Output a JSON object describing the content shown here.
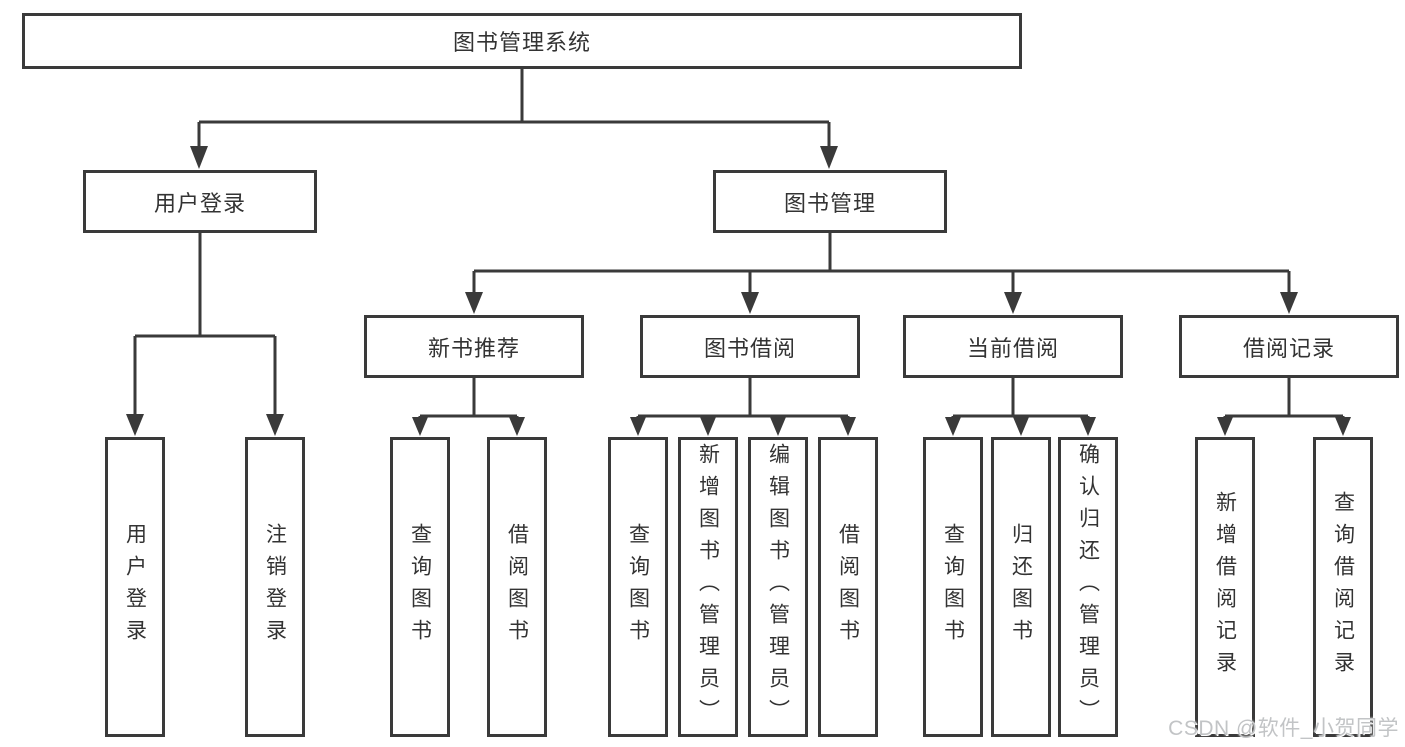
{
  "tree": {
    "label": "图书管理系统",
    "children": [
      {
        "label": "用户登录",
        "children": [
          {
            "label": "用户登录"
          },
          {
            "label": "注销登录"
          }
        ]
      },
      {
        "label": "图书管理",
        "children": [
          {
            "label": "新书推荐",
            "children": [
              {
                "label": "查询图书"
              },
              {
                "label": "借阅图书"
              }
            ]
          },
          {
            "label": "图书借阅",
            "children": [
              {
                "label": "查询图书"
              },
              {
                "label": "新增图书（管理员）"
              },
              {
                "label": "编辑图书（管理员）"
              },
              {
                "label": "借阅图书"
              }
            ]
          },
          {
            "label": "当前借阅",
            "children": [
              {
                "label": "查询图书"
              },
              {
                "label": "归还图书"
              },
              {
                "label": "确认归还（管理员）"
              }
            ]
          },
          {
            "label": "借阅记录",
            "children": [
              {
                "label": "新增借阅记录"
              },
              {
                "label": "查询借阅记录"
              }
            ]
          }
        ]
      }
    ]
  },
  "watermark": "CSDN @软件_小贺同学",
  "colors": {
    "line": "#3a3a3a",
    "text": "#333333",
    "watermark": "#c2c4c6",
    "background": "#ffffff"
  }
}
